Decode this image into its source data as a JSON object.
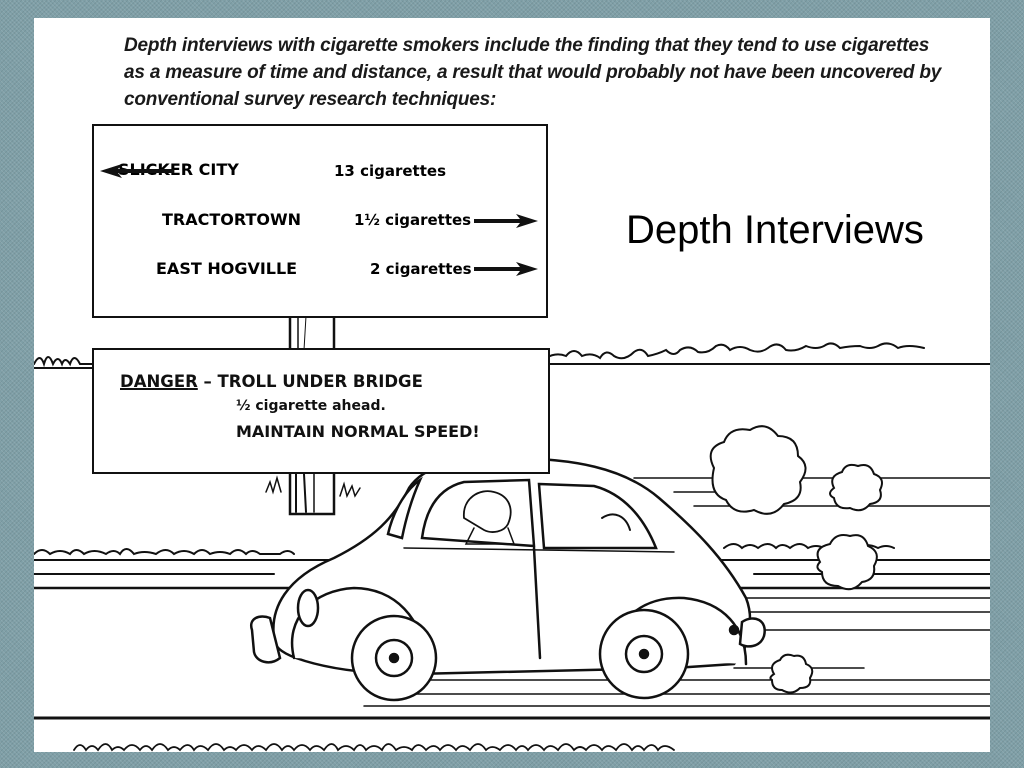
{
  "caption": "Depth interviews with cigarette smokers include the finding that they tend to use cigarettes as a measure of time and distance, a result that would probably not have been uncovered by conventional survey research techniques:",
  "slide_title": "Depth Interviews",
  "road_sign": {
    "rows": [
      {
        "place": "SLICKER CITY",
        "distance": "13 cigarettes",
        "arrow": "left-arrow"
      },
      {
        "place": "TRACTORTOWN",
        "distance": "1½ cigarettes",
        "arrow": "right-arrow"
      },
      {
        "place": "EAST HOGVILLE",
        "distance": "2 cigarettes",
        "arrow": "right-arrow"
      }
    ]
  },
  "warning_sign": {
    "danger_word": "DANGER",
    "line1_rest": " – TROLL UNDER BRIDGE",
    "line2": "½ cigarette ahead.",
    "line3": "MAINTAIN NORMAL SPEED!"
  },
  "colors": {
    "frame": "#7f9fa7",
    "ink": "#111111",
    "paper": "#ffffff"
  }
}
